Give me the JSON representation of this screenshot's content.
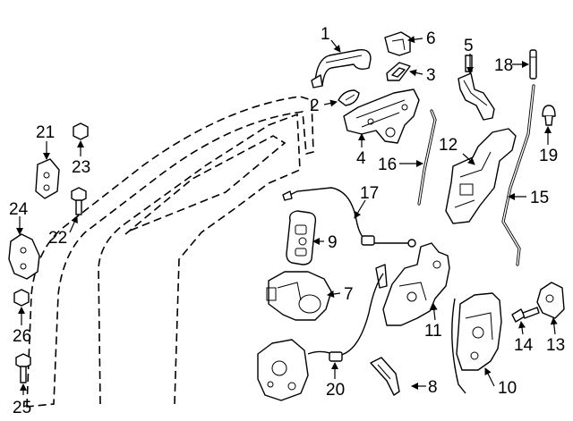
{
  "diagram": {
    "parts": [
      {
        "id": "part-1",
        "number": "1"
      },
      {
        "id": "part-2",
        "number": "2"
      },
      {
        "id": "part-3",
        "number": "3"
      },
      {
        "id": "part-4",
        "number": "4"
      },
      {
        "id": "part-5",
        "number": "5"
      },
      {
        "id": "part-6",
        "number": "6"
      },
      {
        "id": "part-7",
        "number": "7"
      },
      {
        "id": "part-8",
        "number": "8"
      },
      {
        "id": "part-9",
        "number": "9"
      },
      {
        "id": "part-10",
        "number": "10"
      },
      {
        "id": "part-11",
        "number": "11"
      },
      {
        "id": "part-12",
        "number": "12"
      },
      {
        "id": "part-13",
        "number": "13"
      },
      {
        "id": "part-14",
        "number": "14"
      },
      {
        "id": "part-15",
        "number": "15"
      },
      {
        "id": "part-16",
        "number": "16"
      },
      {
        "id": "part-17",
        "number": "17"
      },
      {
        "id": "part-18",
        "number": "18"
      },
      {
        "id": "part-19",
        "number": "19"
      },
      {
        "id": "part-20",
        "number": "20"
      },
      {
        "id": "part-21",
        "number": "21"
      },
      {
        "id": "part-22",
        "number": "22"
      },
      {
        "id": "part-23",
        "number": "23"
      },
      {
        "id": "part-24",
        "number": "24"
      },
      {
        "id": "part-25",
        "number": "25"
      },
      {
        "id": "part-26",
        "number": "26"
      }
    ]
  }
}
